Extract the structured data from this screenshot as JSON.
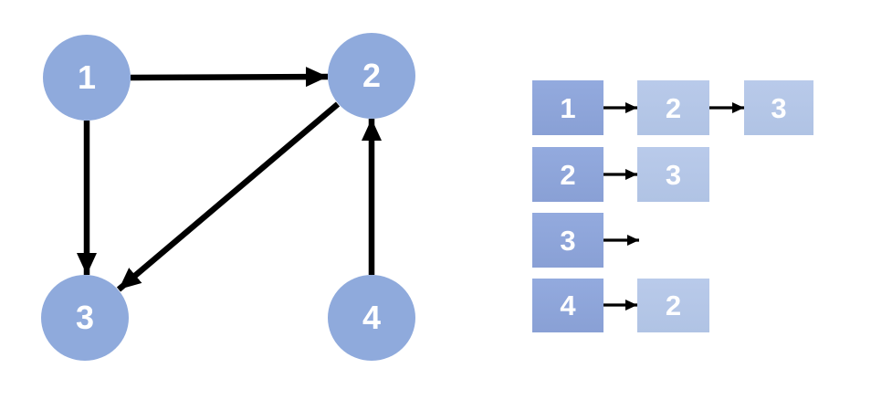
{
  "diagram": {
    "description": "Directed graph with its adjacency list representation",
    "graph": {
      "nodes": [
        {
          "id": "1",
          "label": "1"
        },
        {
          "id": "2",
          "label": "2"
        },
        {
          "id": "3",
          "label": "3"
        },
        {
          "id": "4",
          "label": "4"
        }
      ],
      "edges": [
        {
          "from": "1",
          "to": "2"
        },
        {
          "from": "1",
          "to": "3"
        },
        {
          "from": "2",
          "to": "3"
        },
        {
          "from": "4",
          "to": "2"
        }
      ]
    },
    "adjacency_list": {
      "rows": [
        {
          "head": "1",
          "neighbors": [
            "2",
            "3"
          ]
        },
        {
          "head": "2",
          "neighbors": [
            "3"
          ]
        },
        {
          "head": "3",
          "neighbors": []
        },
        {
          "head": "4",
          "neighbors": [
            "2"
          ]
        }
      ]
    },
    "colors": {
      "node_fill": "#8FAADC",
      "head_box_fill": "#8FAADC",
      "neighbor_box_fill": "#B4C7E7",
      "arrow": "#000000",
      "label_text": "#FFFFFF",
      "background": "#FFFFFF"
    }
  }
}
